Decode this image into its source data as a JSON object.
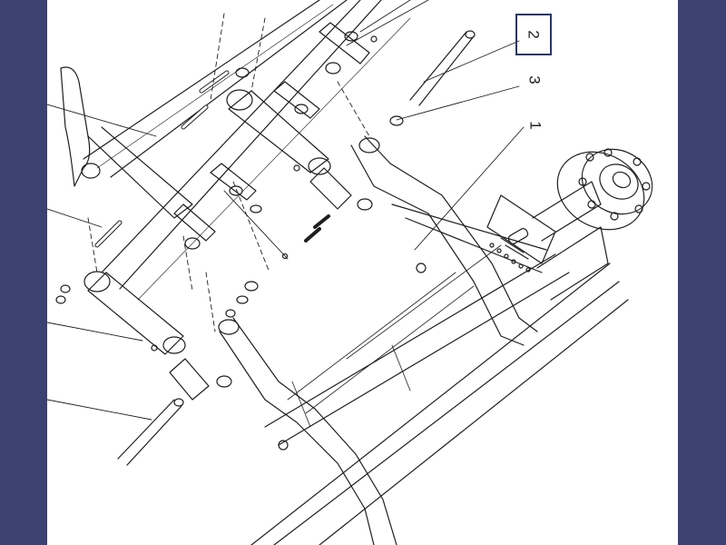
{
  "background_color": "#3b4170",
  "page_color": "#ffffff",
  "line_color": "#1e1e1e",
  "box_color": "#2b3760",
  "callouts": {
    "item_2": "2",
    "item_3": "3",
    "item_1": "1"
  }
}
